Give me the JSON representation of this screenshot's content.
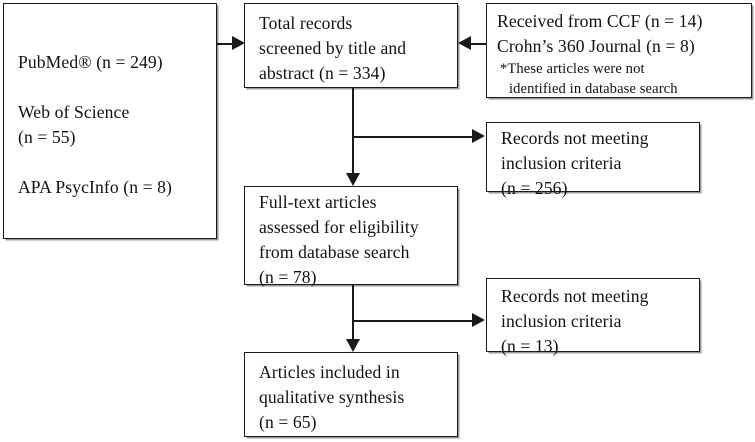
{
  "diagram": {
    "title": "PRISMA study selection flow diagram",
    "boxes": {
      "databases": {
        "name": "database-sources-box",
        "lines": [
          "PubMed® (n = 249)",
          "Web of Science",
          "(n = 55)",
          "APA PsycInfo (n = 8)"
        ],
        "source_1": "PubMed® (n = 249)",
        "source_2_line_1": "Web of Science",
        "source_2_line_2": "(n = 55)",
        "source_3": "APA PsycInfo (n = 8)"
      },
      "screened": {
        "name": "records-screened-box",
        "line_1": "Total records",
        "line_2": "screened by title and",
        "line_3": "abstract (n = 334)"
      },
      "additional": {
        "name": "additional-records-box",
        "line_1": "Received from CCF (n = 14)",
        "line_2": "Crohn’s 360 Journal (n = 8)",
        "footnote_line_1": "*These articles were not",
        "footnote_line_2": "identified in database search"
      },
      "excluded_screening": {
        "name": "excluded-screening-box",
        "line_1": "Records not meeting",
        "line_2": "inclusion criteria",
        "line_3": "(n = 256)"
      },
      "fulltext": {
        "name": "fulltext-assessed-box",
        "line_1": "Full-text articles",
        "line_2": "assessed for eligibility",
        "line_3": "from database search",
        "line_4": "(n = 78)"
      },
      "excluded_eligibility": {
        "name": "excluded-eligibility-box",
        "line_1": "Records not meeting",
        "line_2": "inclusion criteria",
        "line_3": "(n = 13)"
      },
      "included": {
        "name": "articles-included-box",
        "line_1": "Articles included in",
        "line_2": "qualitative synthesis",
        "line_3": "(n = 65)"
      }
    },
    "colors": {
      "stroke": "#1a1a1a",
      "background": "#ffffff",
      "text": "#111111"
    }
  },
  "chart_data": {
    "type": "diagram",
    "title": "PRISMA study selection flow diagram",
    "nodes": [
      {
        "id": "databases",
        "label": "PubMed® (n = 249); Web of Science (n = 55); APA PsycInfo (n = 8)",
        "counts": {
          "PubMed®": 249,
          "Web of Science": 55,
          "APA PsycInfo": 8
        }
      },
      {
        "id": "screened",
        "label": "Total records screened by title and abstract (n = 334)",
        "count": 334
      },
      {
        "id": "additional",
        "label": "Received from CCF (n = 14); Crohn’s 360 Journal (n = 8)",
        "counts": {
          "Received from CCF": 14,
          "Crohn’s 360 Journal": 8
        },
        "note": "*These articles were not identified in database search"
      },
      {
        "id": "excluded_screening",
        "label": "Records not meeting inclusion criteria (n = 256)",
        "count": 256
      },
      {
        "id": "fulltext",
        "label": "Full-text articles assessed for eligibility from database search (n = 78)",
        "count": 78
      },
      {
        "id": "excluded_eligibility",
        "label": "Records not meeting inclusion criteria (n = 13)",
        "count": 13
      },
      {
        "id": "included",
        "label": "Articles included in qualitative synthesis (n = 65)",
        "count": 65
      }
    ],
    "edges": [
      {
        "from": "databases",
        "to": "screened",
        "direction": "right"
      },
      {
        "from": "additional",
        "to": "screened",
        "direction": "left"
      },
      {
        "from": "screened",
        "to": "excluded_screening",
        "direction": "right"
      },
      {
        "from": "screened",
        "to": "fulltext",
        "direction": "down"
      },
      {
        "from": "fulltext",
        "to": "excluded_eligibility",
        "direction": "right"
      },
      {
        "from": "fulltext",
        "to": "included",
        "direction": "down"
      }
    ]
  }
}
